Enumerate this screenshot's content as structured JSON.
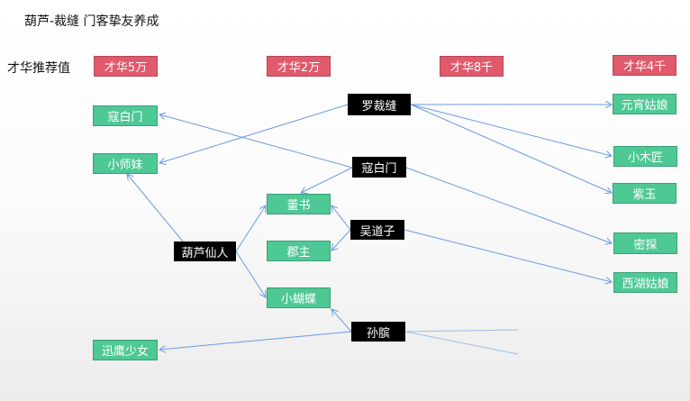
{
  "title": "葫芦-裁缝 门客挚友养成",
  "row_label": "才华推荐值",
  "headers": [
    "才华5万",
    "才华2万",
    "才华8千",
    "才华4千"
  ],
  "nodes": {
    "kou1": "寇白门",
    "xiaoshimei": "小师妹",
    "xunying": "迅鹰少女",
    "luocaifeng": "罗裁缝",
    "kou2": "寇白门",
    "wudaozi": "吴道子",
    "hulu": "葫芦仙人",
    "sunbin": "孙膑",
    "dongshu": "董书",
    "junzhu": "郡主",
    "xiaohudie": "小蝴蝶",
    "yuanxiao": "元宵姑娘",
    "xiaomujiang": "小木匠",
    "ziyu": "紫玉",
    "mitan": "密探",
    "xihu": "西湖姑娘"
  },
  "colors": {
    "header": "#e05a6b",
    "result": "#4ec894",
    "source": "#000000",
    "arrow": "#6a9ae0"
  }
}
